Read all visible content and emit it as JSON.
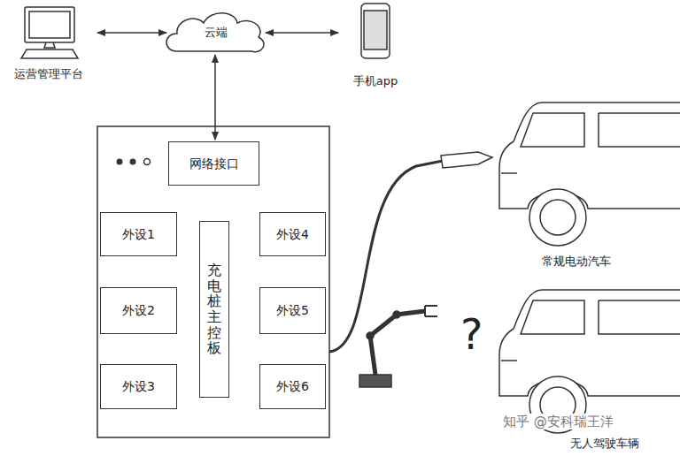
{
  "diagram": {
    "nodes": [
      {
        "text": [
          "运营管理平台"
        ]
      },
      {
        "text": [
          "云端"
        ]
      },
      {
        "text": [
          "手机app"
        ]
      },
      {
        "text": [
          "网络接口"
        ]
      },
      {
        "text": [
          "外设1"
        ]
      },
      {
        "text": [
          "外设2"
        ]
      },
      {
        "text": [
          "外设3"
        ]
      },
      {
        "text": [
          "充电桩主控板"
        ]
      },
      {
        "text": [
          "外设4"
        ]
      },
      {
        "text": [
          "外设5"
        ]
      },
      {
        "text": [
          "外设6"
        ]
      }
    ],
    "edges": [
      {
        "from": 0,
        "to": 1,
        "arrow": "both"
      },
      {
        "from": 1,
        "to": 2,
        "arrow": "both"
      },
      {
        "from": 1,
        "to": 3,
        "arrow": "both"
      }
    ],
    "labels": [
      "常规电动汽车",
      "?",
      "无人驾驶车辆",
      "知乎 @安科瑞王洋"
    ]
  }
}
